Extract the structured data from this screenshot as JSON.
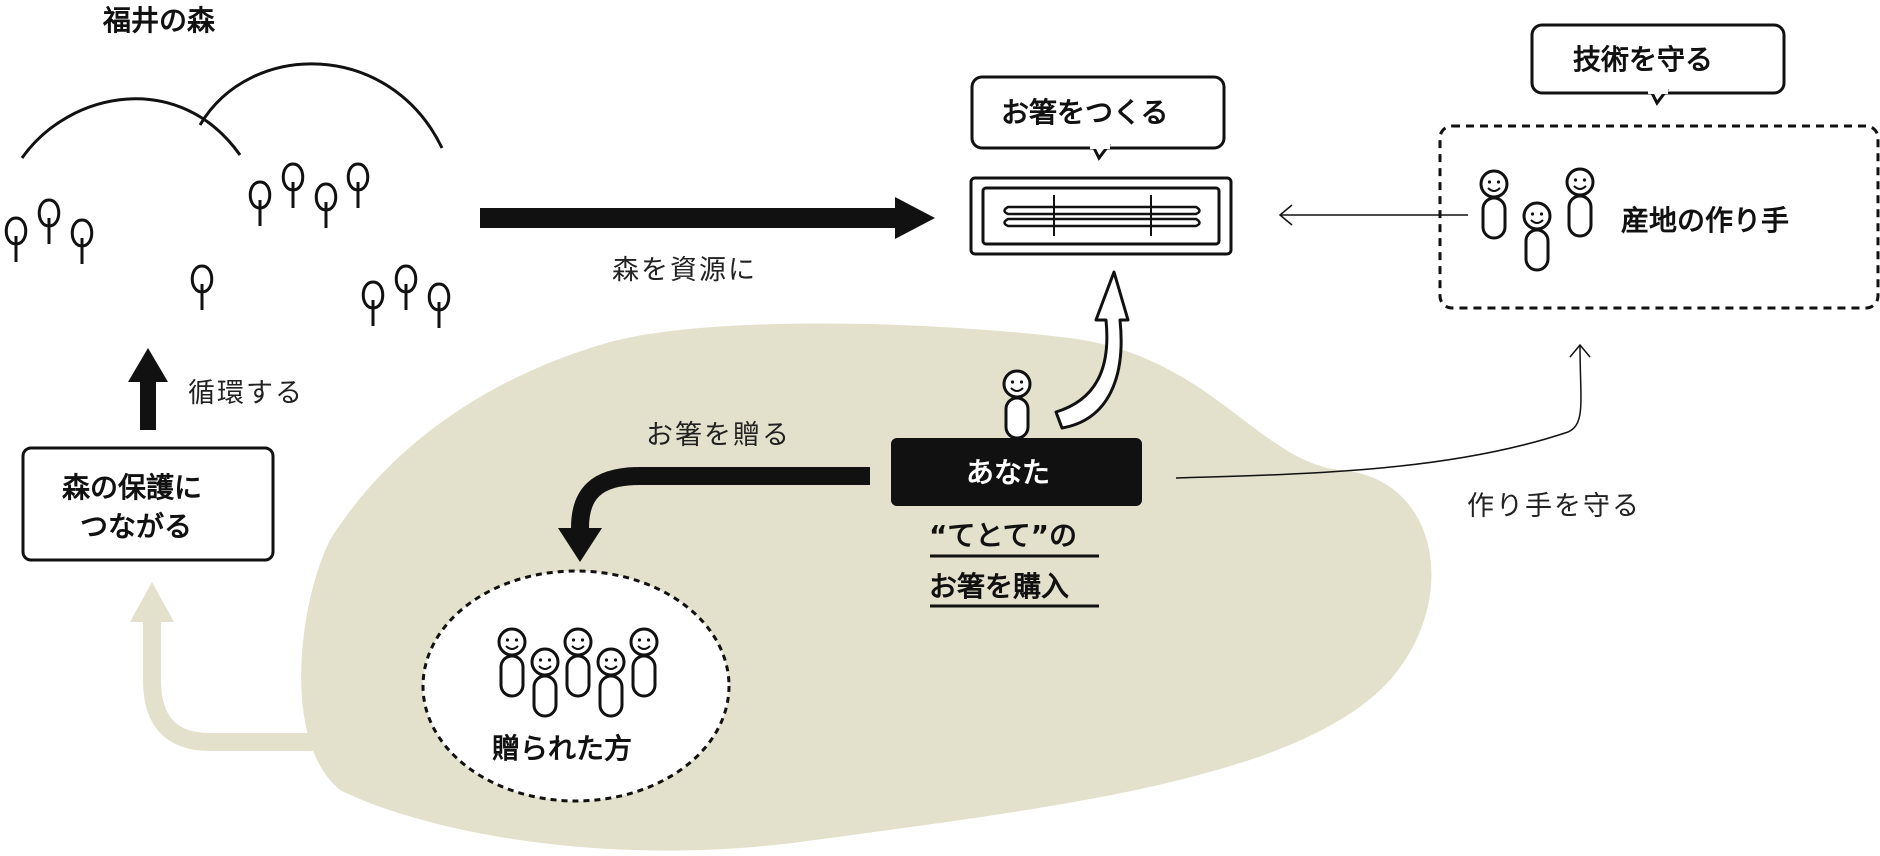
{
  "colors": {
    "ink": "#111111",
    "area_fill": "#e3e1cb",
    "white": "#ffffff"
  },
  "forest": {
    "title": "福井の森"
  },
  "arrow_forest_to_make": {
    "label": "森を資源に"
  },
  "make_bubble": {
    "label": "お箸をつくる"
  },
  "skill_bubble": {
    "label": "技術を守る"
  },
  "makers": {
    "label": "産地の作り手"
  },
  "you": {
    "label": "あなた",
    "purchase_line1": "“てとて”の",
    "purchase_line2": "お箸を購入"
  },
  "gift_arrow": {
    "label": "お箸を贈る"
  },
  "recipients": {
    "label": "贈られた方"
  },
  "protect_makers": {
    "label": "作り手を守る"
  },
  "circulate": {
    "label": "循環する"
  },
  "forest_protect_box": {
    "line1": "森の保護に",
    "line2": "つながる"
  }
}
